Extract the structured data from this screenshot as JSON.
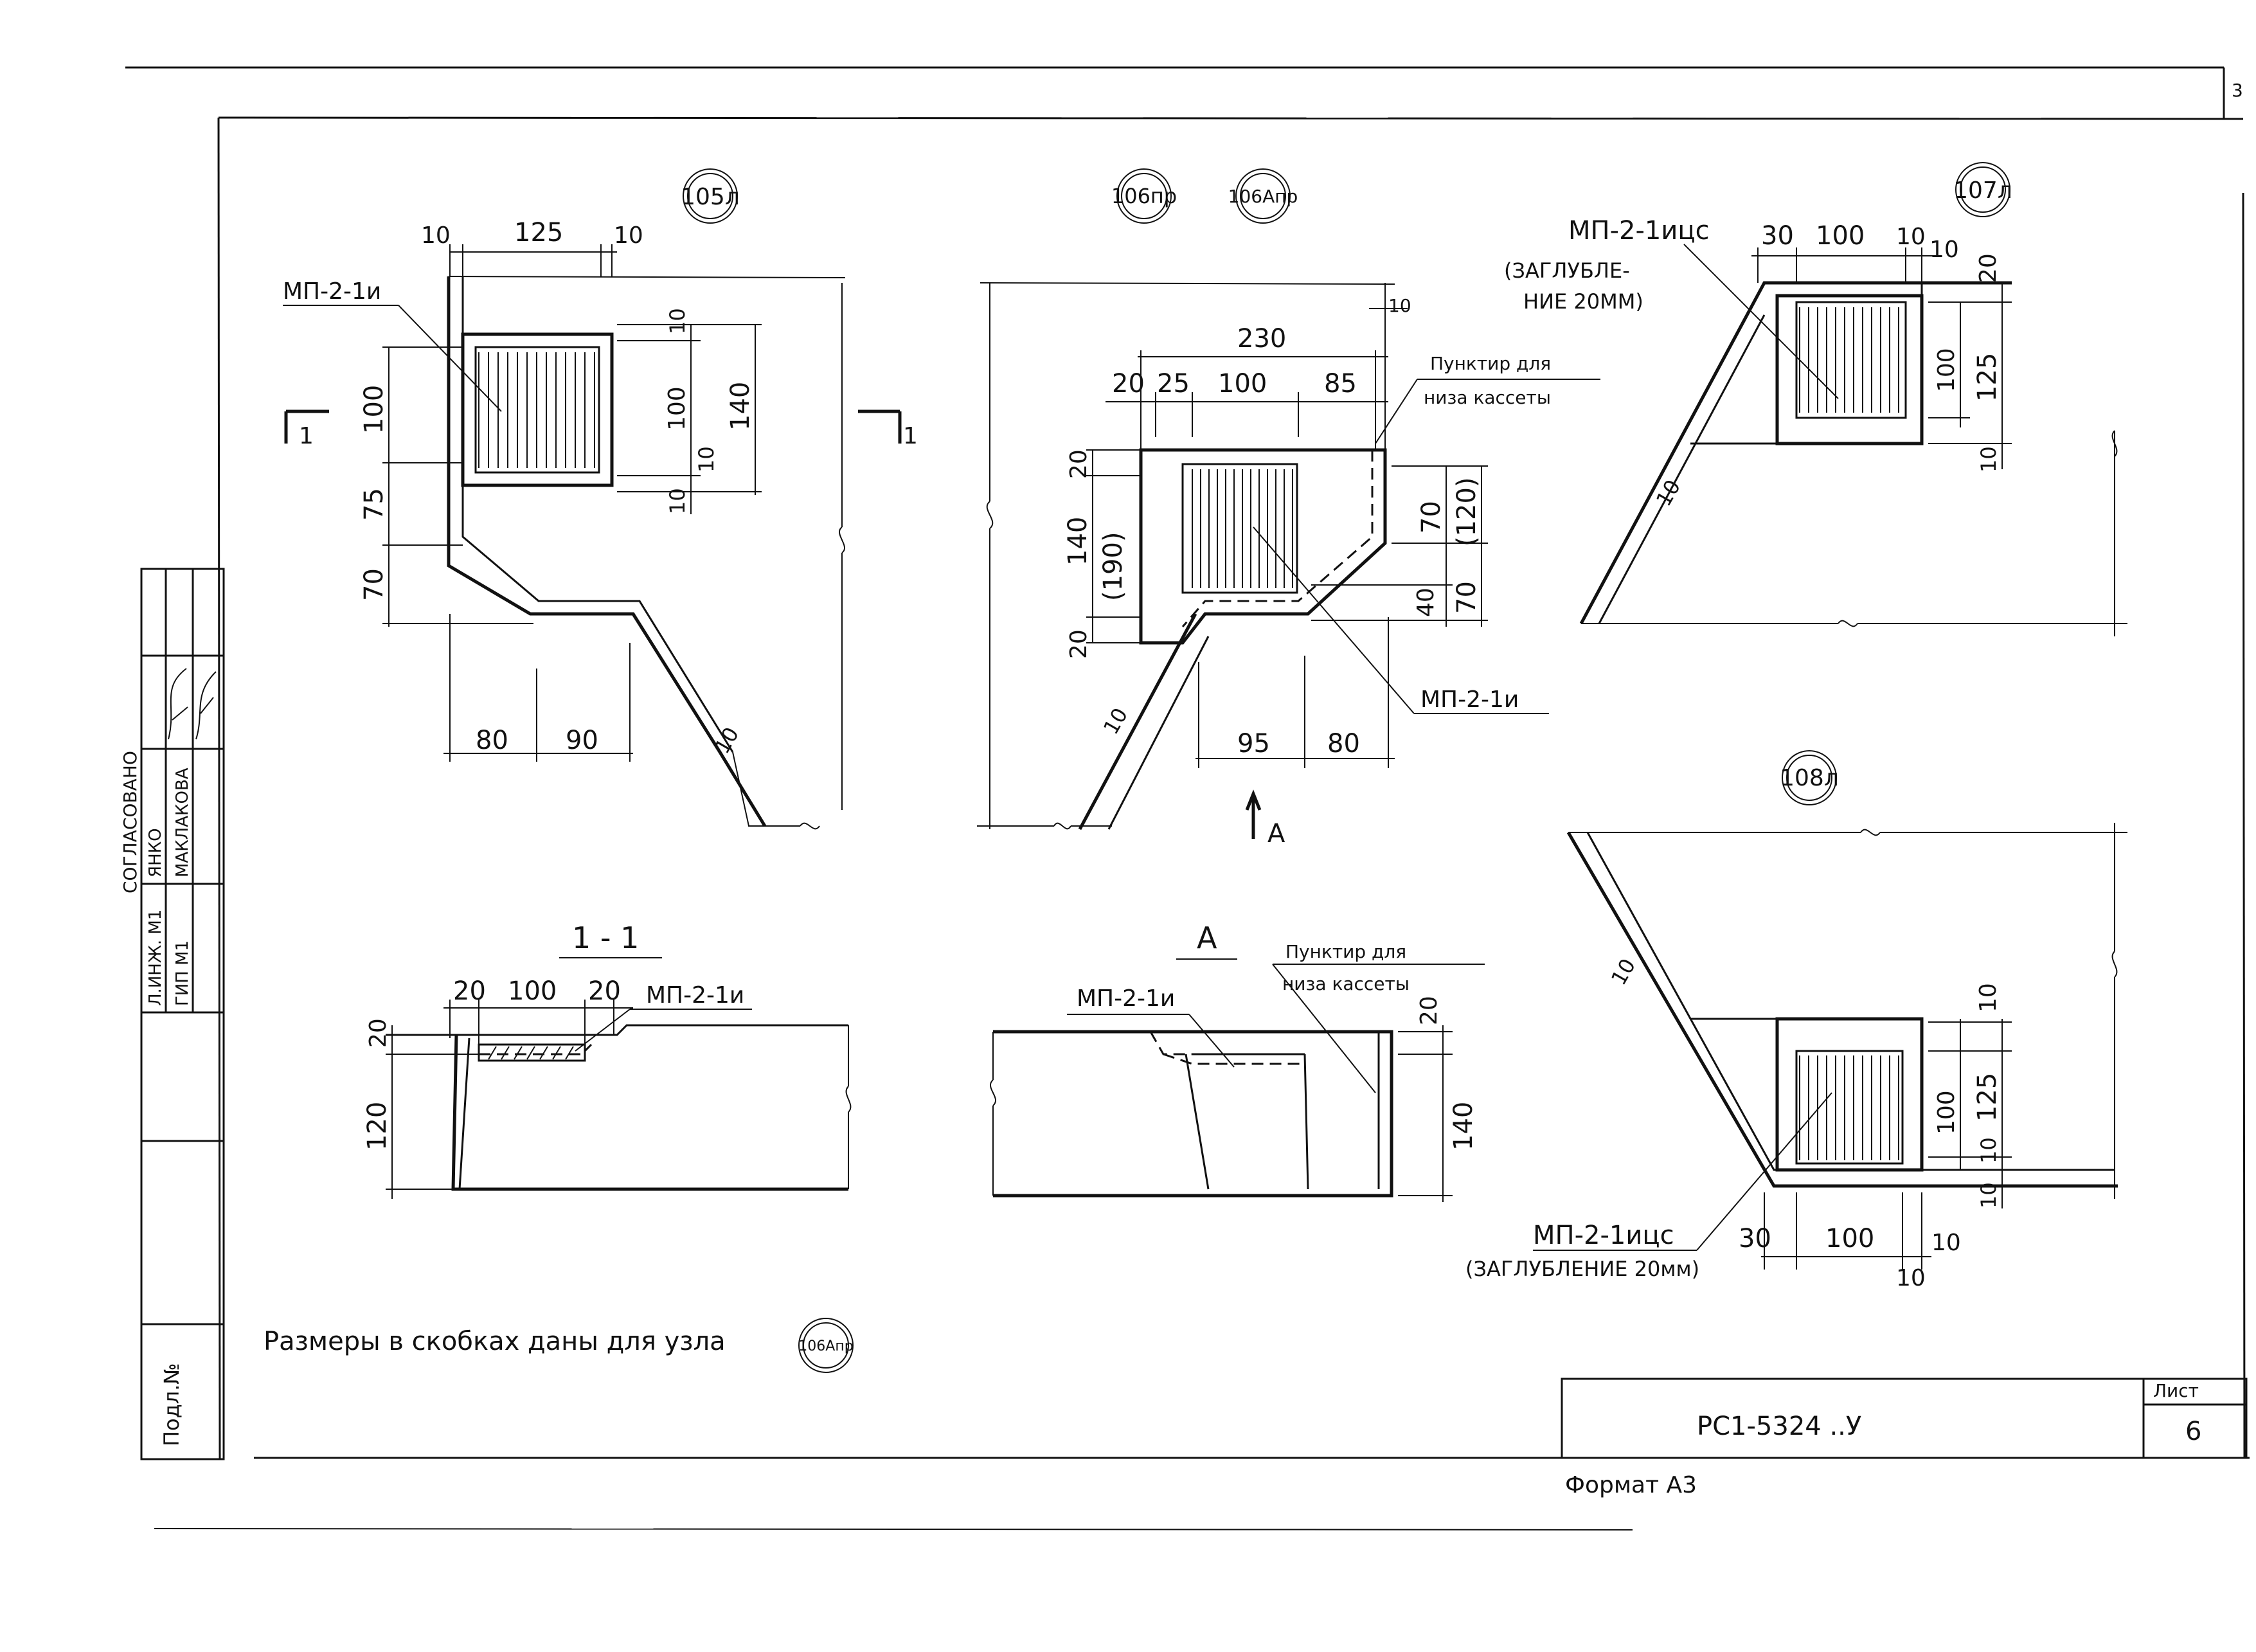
{
  "sheet": {
    "page_corner": "3",
    "stamp_code": "РС1-5324 ..У",
    "sheet_label": "Лист",
    "sheet_number": "6",
    "format": "Формат А3",
    "note": "Размеры в скобках даны для узла",
    "note_node": "106Апр"
  },
  "approval": {
    "heading": "СОГЛАСОВАНО",
    "rows": [
      {
        "role": "Л.ИНЖ. М1",
        "name": "ЯНКО"
      },
      {
        "role": "ГИП М1",
        "name": "МАКЛАКОВА"
      }
    ],
    "inv": "Подл.№"
  },
  "nodes": {
    "n105": {
      "id": "105л",
      "label": "МП-2-1и",
      "section": "1",
      "dims": {
        "top": [
          "10",
          "125",
          "10"
        ],
        "left": [
          "100",
          "75",
          "70"
        ],
        "right": [
          "10",
          "100",
          "10",
          "10",
          "140"
        ],
        "bottom": [
          "80",
          "90"
        ],
        "slope": "10"
      }
    },
    "n106": {
      "ids": [
        "106пр",
        "106Апр"
      ],
      "label": "МП-2-1и",
      "dashed_note": [
        "Пунктир для",
        "низа кассеты"
      ],
      "dims": {
        "top": "230",
        "topsmall": "10",
        "row": [
          "20",
          "25",
          "100",
          "85"
        ],
        "left": [
          "20",
          "140",
          "(190)",
          "20"
        ],
        "right": [
          "70",
          "(120)",
          "40",
          "70"
        ],
        "bottom": [
          "95",
          "80"
        ],
        "slope": "10"
      },
      "view": "А"
    },
    "n107": {
      "id": "107л",
      "label": "МП-2-1ицс",
      "depth": [
        "(ЗАГЛУБЛЕ-",
        "НИЕ 20ММ)"
      ],
      "dims": {
        "top": [
          "30",
          "100",
          "10",
          "10"
        ],
        "right": [
          "20",
          "100",
          "125",
          "10"
        ],
        "slope": "10"
      }
    },
    "n108": {
      "id": "108л",
      "label": "МП-2-1ицс",
      "depth": "(ЗАГЛУБЛЕНИЕ 20мм)",
      "dims": {
        "bottom": [
          "30",
          "100",
          "10",
          "10"
        ],
        "right": [
          "10",
          "100",
          "125",
          "10",
          "10"
        ],
        "slope": "10"
      }
    }
  },
  "sections": {
    "s11": {
      "title": "1 - 1",
      "label": "МП-2-1и",
      "dims": {
        "top": [
          "20",
          "100",
          "20"
        ],
        "left": [
          "20",
          "120"
        ]
      }
    },
    "sA": {
      "title": "А",
      "label": "МП-2-1и",
      "dashed_note": [
        "Пунктир для",
        "низа кассеты"
      ],
      "dims": {
        "right": [
          "20",
          "140"
        ]
      }
    }
  }
}
